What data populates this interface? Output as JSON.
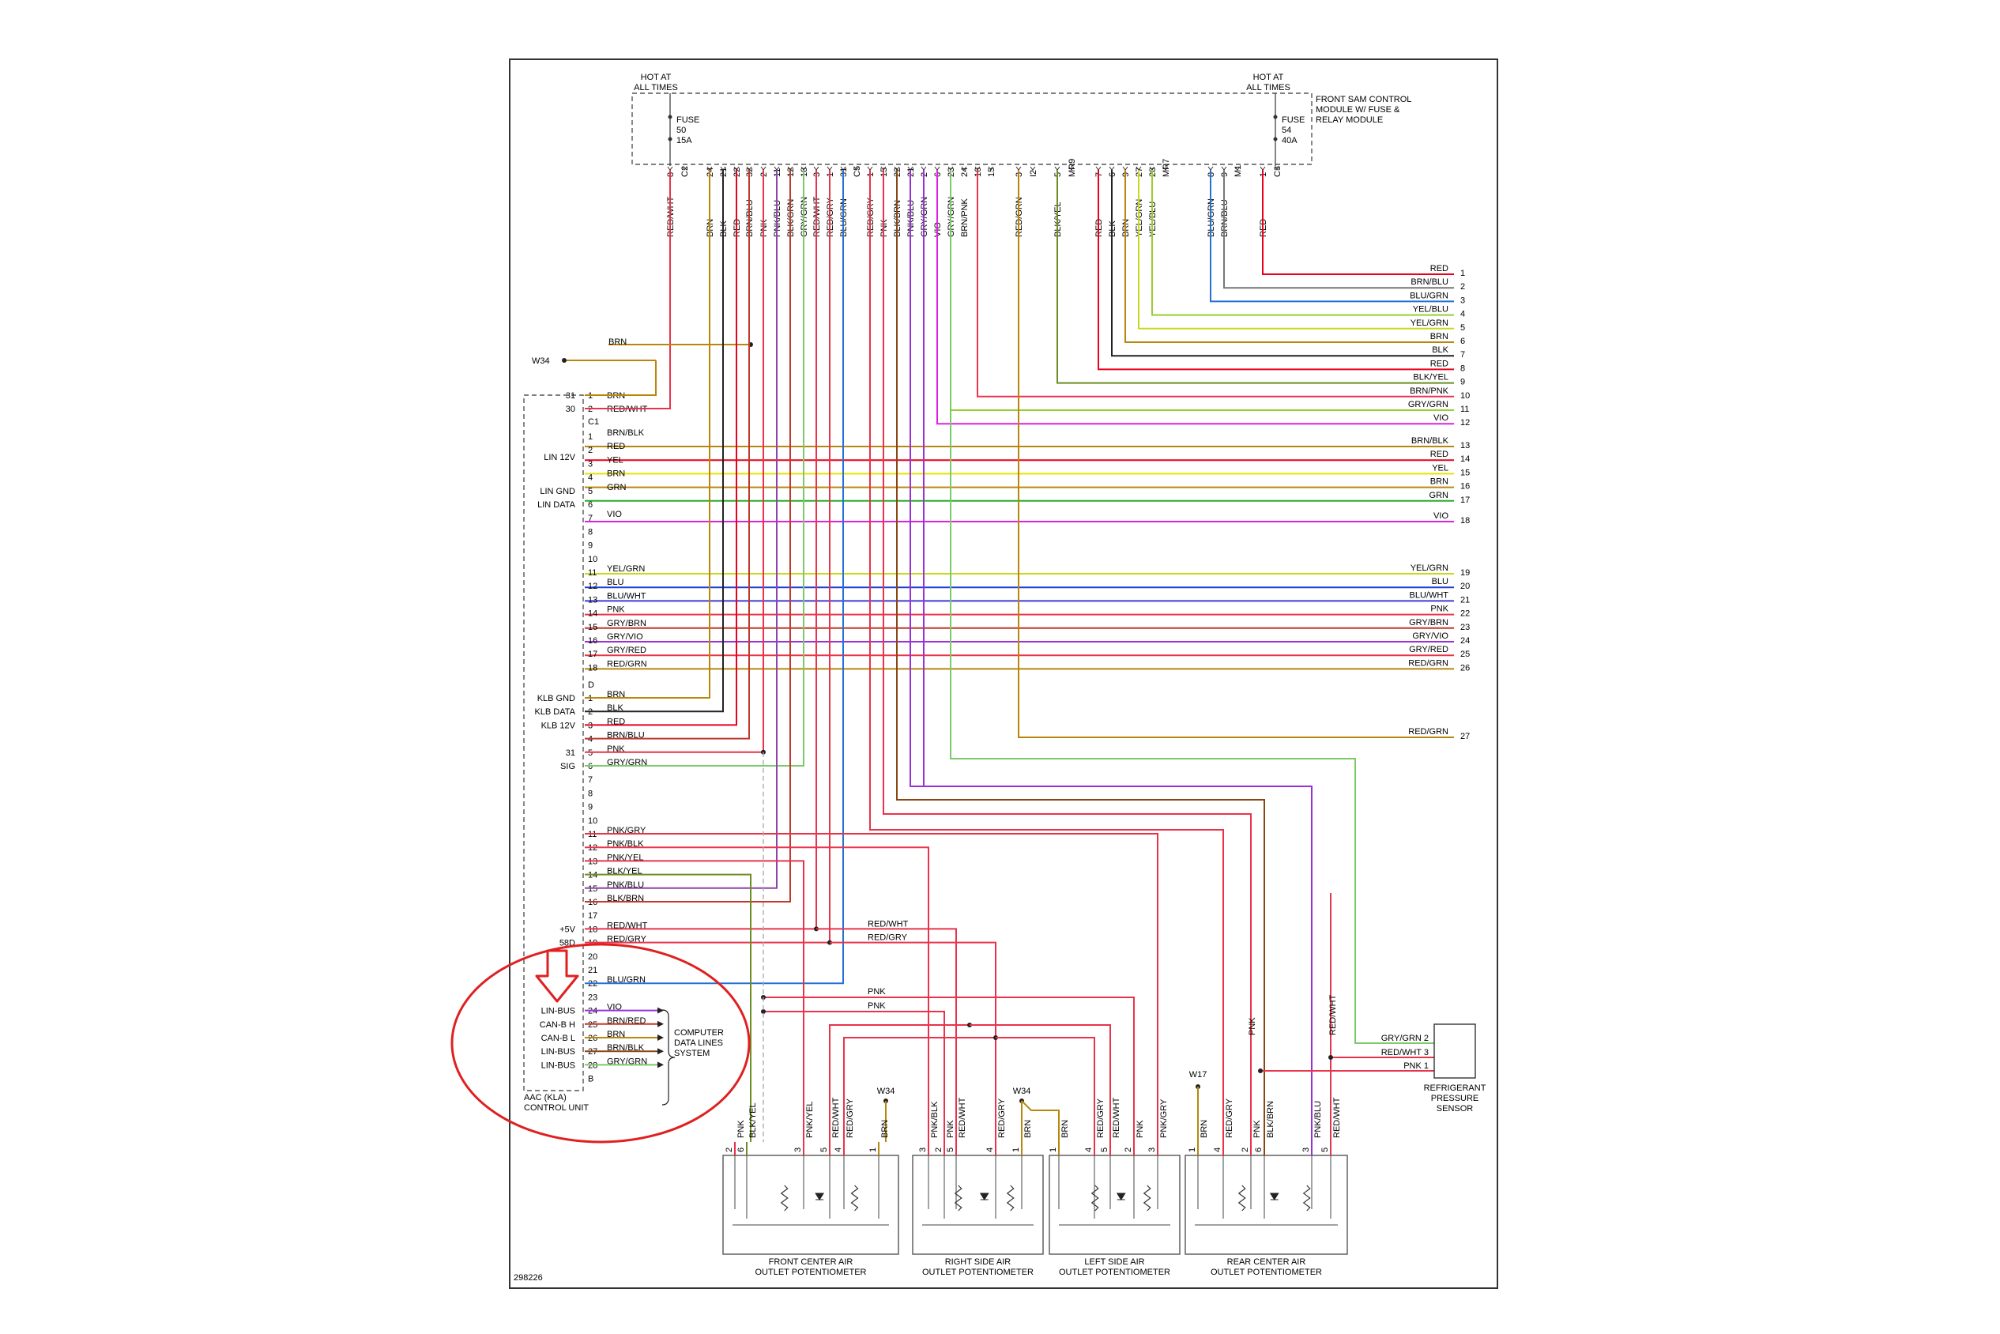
{
  "diagram_id": "298226",
  "fuse_module": {
    "label_lines": [
      "FRONT SAM CONTROL",
      "MODULE W/ FUSE &",
      "RELAY MODULE"
    ],
    "fuse_a": {
      "hot": [
        "HOT AT",
        "ALL TIMES"
      ],
      "label": [
        "FUSE",
        "50",
        "15A"
      ]
    },
    "fuse_b": {
      "hot": [
        "HOT AT",
        "ALL TIMES"
      ],
      "label": [
        "FUSE",
        "54",
        "40A"
      ]
    }
  },
  "top_pins": [
    {
      "pin": "8",
      "wire": "RED/WHT",
      "color": "#e8334a"
    },
    {
      "pin": "C2",
      "wire": "",
      "color": ""
    },
    {
      "pin": "24",
      "wire": "BRN",
      "color": "#b8860b"
    },
    {
      "pin": "21",
      "wire": "BLK",
      "color": "#222222"
    },
    {
      "pin": "22",
      "wire": "RED",
      "color": "#e8001c"
    },
    {
      "pin": "32",
      "wire": "BRN/BLU",
      "color": "#c0392b"
    },
    {
      "pin": "2",
      "wire": "PNK",
      "color": "#e8334a"
    },
    {
      "pin": "11",
      "wire": "PNK/BLU",
      "color": "#8e44ad"
    },
    {
      "pin": "12",
      "wire": "BLK/GRN",
      "color": "#e8334a"
    },
    {
      "pin": "18",
      "wire": "GRY/GRN",
      "color": "#7cc96a"
    },
    {
      "pin": "3",
      "wire": "RED/WHT",
      "color": "#e8334a"
    },
    {
      "pin": "1",
      "wire": "RED/GRY",
      "color": "#e8334a"
    },
    {
      "pin": "31",
      "wire": "BLU/GRN",
      "color": "#2471d6"
    },
    {
      "pin": "C5",
      "wire": "",
      "color": ""
    },
    {
      "pin": "1",
      "wire": "RED/GRY",
      "color": "#e8334a"
    },
    {
      "pin": "15",
      "wire": "PNK",
      "color": "#e8334a"
    },
    {
      "pin": "22",
      "wire": "BLK/BRN",
      "color": "#c0392b"
    },
    {
      "pin": "21",
      "wire": "PNK/BLU",
      "color": "#9b30d9"
    },
    {
      "pin": "2",
      "wire": "GRY/GRN",
      "color": "#6b8e23"
    },
    {
      "pin": "6",
      "wire": "VIO",
      "color": "#7cc96a"
    },
    {
      "pin": "23",
      "wire": "GRY/GRN",
      "color": "#e020e0"
    },
    {
      "pin": "24",
      "wire": "BRN/PNK",
      "color": "#9acd32"
    },
    {
      "pin": "16",
      "wire": "",
      "color": "#e8334a"
    },
    {
      "pin": "15",
      "wire": "",
      "color": ""
    },
    {
      "pin": "3",
      "wire": "RED/GRN",
      "color": "#b8860b"
    },
    {
      "pin": "I2",
      "wire": "",
      "color": ""
    },
    {
      "pin": "5",
      "wire": "BLK/YEL",
      "color": "#6b8e23"
    },
    {
      "pin": "MR9",
      "wire": "",
      "color": ""
    },
    {
      "pin": "7",
      "wire": "RED",
      "color": "#e8001c"
    },
    {
      "pin": "6",
      "wire": "BLK",
      "color": "#222222"
    },
    {
      "pin": "9",
      "wire": "BRN",
      "color": "#b8860b"
    },
    {
      "pin": "27",
      "wire": "YEL/GRN",
      "color": "#c8d81c"
    },
    {
      "pin": "28",
      "wire": "YEL/BLU",
      "color": "#9acd32"
    },
    {
      "pin": "MR7",
      "wire": "",
      "color": ""
    },
    {
      "pin": "8",
      "wire": "BLU/GRN",
      "color": "#2471d6"
    },
    {
      "pin": "9",
      "wire": "BRN/BLU",
      "color": "#777777"
    },
    {
      "pin": "M1",
      "wire": "",
      "color": ""
    },
    {
      "pin": "1",
      "wire": "RED",
      "color": "#e8001c"
    },
    {
      "pin": "C3",
      "wire": "",
      "color": ""
    }
  ],
  "right_connector": [
    {
      "num": "1",
      "label": "RED",
      "color": "#e8001c"
    },
    {
      "num": "2",
      "label": "BRN/BLU",
      "color": "#777777"
    },
    {
      "num": "3",
      "label": "BLU/GRN",
      "color": "#2471d6"
    },
    {
      "num": "4",
      "label": "YEL/BLU",
      "color": "#9acd32"
    },
    {
      "num": "5",
      "label": "YEL/GRN",
      "color": "#c8d81c"
    },
    {
      "num": "6",
      "label": "BRN",
      "color": "#b8860b"
    },
    {
      "num": "7",
      "label": "BLK",
      "color": "#222222"
    },
    {
      "num": "8",
      "label": "RED",
      "color": "#e8001c"
    },
    {
      "num": "9",
      "label": "BLK/YEL",
      "color": "#6b8e23"
    },
    {
      "num": "10",
      "label": "BRN/PNK",
      "color": "#e8334a"
    },
    {
      "num": "11",
      "label": "GRY/GRN",
      "color": "#9acd32"
    },
    {
      "num": "12",
      "label": "VIO",
      "color": "#e020e0"
    },
    {
      "num": "13",
      "label": "BRN/BLK",
      "color": "#b8860b"
    },
    {
      "num": "14",
      "label": "RED",
      "color": "#e8001c"
    },
    {
      "num": "15",
      "label": "YEL",
      "color": "#e8e000"
    },
    {
      "num": "16",
      "label": "BRN",
      "color": "#b8860b"
    },
    {
      "num": "17",
      "label": "GRN",
      "color": "#27ae27"
    },
    {
      "num": "18",
      "label": "VIO",
      "color": "#e020e0"
    },
    {
      "num": "19",
      "label": "YEL/GRN",
      "color": "#c8d81c"
    },
    {
      "num": "20",
      "label": "BLU",
      "color": "#1f3fd0"
    },
    {
      "num": "21",
      "label": "BLU/WHT",
      "color": "#3a3ad8"
    },
    {
      "num": "22",
      "label": "PNK",
      "color": "#e8334a"
    },
    {
      "num": "23",
      "label": "GRY/BRN",
      "color": "#c0392b"
    },
    {
      "num": "24",
      "label": "GRY/VIO",
      "color": "#9b30d9"
    },
    {
      "num": "25",
      "label": "GRY/RED",
      "color": "#e8334a"
    },
    {
      "num": "26",
      "label": "RED/GRN",
      "color": "#b8860b"
    },
    {
      "num": "27",
      "label": "RED/GRN",
      "color": "#b8860b"
    }
  ],
  "control_unit": {
    "title_lines": [
      "AAC (KLA)",
      "CONTROL UNIT"
    ],
    "c1_header": "C1",
    "d_header": "D",
    "b_header": "B",
    "power": [
      {
        "side": "31",
        "pin": "1",
        "wire": "BRN"
      },
      {
        "side": "30",
        "pin": "2",
        "wire": "RED/WHT"
      }
    ],
    "side_labels": [
      {
        "label": "LIN 12V",
        "row": "3"
      },
      {
        "label": "LIN GND",
        "row": "5"
      },
      {
        "label": "LIN DATA",
        "row": "6"
      },
      {
        "label": "KLB GND",
        "row": "D1"
      },
      {
        "label": "KLB DATA",
        "row": "D2"
      },
      {
        "label": "KLB 12V",
        "row": "D3"
      },
      {
        "label": "31",
        "row": "D5"
      },
      {
        "label": "SIG",
        "row": "D6"
      },
      {
        "label": "+5V",
        "row": "18"
      },
      {
        "label": "58D",
        "row": "19"
      },
      {
        "label": "LIN-BUS",
        "row": "24"
      },
      {
        "label": "CAN-B H",
        "row": "25"
      },
      {
        "label": "CAN-B L",
        "row": "26"
      },
      {
        "label": "LIN-BUS",
        "row": "27"
      },
      {
        "label": "LIN-BUS",
        "row": "28"
      }
    ],
    "c1_pins": [
      {
        "pin": "1",
        "wire": "BRN/BLK"
      },
      {
        "pin": "2",
        "wire": "RED"
      },
      {
        "pin": "3",
        "wire": "YEL"
      },
      {
        "pin": "4",
        "wire": "BRN"
      },
      {
        "pin": "5",
        "wire": "GRN"
      },
      {
        "pin": "6",
        "wire": ""
      },
      {
        "pin": "7",
        "wire": "VIO"
      },
      {
        "pin": "8",
        "wire": ""
      },
      {
        "pin": "9",
        "wire": ""
      },
      {
        "pin": "10",
        "wire": ""
      },
      {
        "pin": "11",
        "wire": "YEL/GRN"
      },
      {
        "pin": "12",
        "wire": "BLU"
      },
      {
        "pin": "13",
        "wire": "BLU/WHT"
      },
      {
        "pin": "14",
        "wire": "PNK"
      },
      {
        "pin": "15",
        "wire": "GRY/BRN"
      },
      {
        "pin": "16",
        "wire": "GRY/VIO"
      },
      {
        "pin": "17",
        "wire": "GRY/RED"
      },
      {
        "pin": "18",
        "wire": "RED/GRN"
      }
    ],
    "d_pins": [
      {
        "pin": "1",
        "wire": "BRN"
      },
      {
        "pin": "2",
        "wire": "BLK"
      },
      {
        "pin": "3",
        "wire": "RED"
      },
      {
        "pin": "4",
        "wire": "BRN/BLU"
      },
      {
        "pin": "5",
        "wire": "PNK"
      },
      {
        "pin": "6",
        "wire": "GRY/GRN"
      },
      {
        "pin": "7",
        "wire": ""
      },
      {
        "pin": "8",
        "wire": ""
      },
      {
        "pin": "9",
        "wire": ""
      },
      {
        "pin": "10",
        "wire": ""
      },
      {
        "pin": "11",
        "wire": "PNK/GRY"
      },
      {
        "pin": "12",
        "wire": "PNK/BLK"
      },
      {
        "pin": "13",
        "wire": "PNK/YEL"
      },
      {
        "pin": "14",
        "wire": "BLK/YEL"
      },
      {
        "pin": "15",
        "wire": "PNK/BLU"
      },
      {
        "pin": "16",
        "wire": "BLK/BRN"
      },
      {
        "pin": "17",
        "wire": ""
      },
      {
        "pin": "18",
        "wire": "RED/WHT"
      },
      {
        "pin": "19",
        "wire": "RED/GRY"
      },
      {
        "pin": "20",
        "wire": ""
      },
      {
        "pin": "21",
        "wire": ""
      },
      {
        "pin": "22",
        "wire": "BLU/GRN"
      },
      {
        "pin": "23",
        "wire": ""
      },
      {
        "pin": "24",
        "wire": "VIO"
      },
      {
        "pin": "25",
        "wire": "BRN/RED"
      },
      {
        "pin": "26",
        "wire": "BRN"
      },
      {
        "pin": "27",
        "wire": "BRN/BLK"
      },
      {
        "pin": "28",
        "wire": "GRY/GRN"
      }
    ]
  },
  "data_lines": {
    "lines": [
      "COMPUTER",
      "DATA LINES",
      "SYSTEM"
    ]
  },
  "splices": {
    "w34_left": "W34",
    "w34_brn": "BRN",
    "w34_mid": "W34",
    "w34_right": "W34",
    "w17": "W17"
  },
  "mid_labels": {
    "red_wht": "RED/WHT",
    "red_gry": "RED/GRY",
    "pnk_a": "PNK",
    "pnk_b": "PNK"
  },
  "sensor": {
    "title_lines": [
      "REFRIGERANT",
      "PRESSURE",
      "SENSOR"
    ],
    "pins": [
      {
        "wire": "GRY/GRN",
        "pin": "2"
      },
      {
        "wire": "RED/WHT",
        "pin": "3"
      },
      {
        "wire": "PNK",
        "pin": "1"
      }
    ]
  },
  "potentiometers": [
    {
      "title": [
        "FRONT CENTER AIR",
        "OUTLET POTENTIOMETER"
      ],
      "pins": [
        {
          "pin": "2",
          "wire": "PNK"
        },
        {
          "pin": "6",
          "wire": "BLK/YEL"
        },
        {
          "pin": "3",
          "wire": "PNK/YEL"
        },
        {
          "pin": "5",
          "wire": "RED/WHT"
        },
        {
          "pin": "4",
          "wire": "RED/GRY"
        },
        {
          "pin": "1",
          "wire": "BRN"
        }
      ]
    },
    {
      "title": [
        "RIGHT SIDE AIR",
        "OUTLET POTENTIOMETER"
      ],
      "pins": [
        {
          "pin": "3",
          "wire": "PNK/BLK"
        },
        {
          "pin": "2",
          "wire": "PNK"
        },
        {
          "pin": "5",
          "wire": "RED/WHT"
        },
        {
          "pin": "4",
          "wire": "RED/GRY"
        },
        {
          "pin": "1",
          "wire": "BRN"
        }
      ]
    },
    {
      "title": [
        "LEFT SIDE AIR",
        "OUTLET POTENTIOMETER"
      ],
      "pins": [
        {
          "pin": "1",
          "wire": "BRN"
        },
        {
          "pin": "4",
          "wire": "RED/GRY"
        },
        {
          "pin": "5",
          "wire": "RED/WHT"
        },
        {
          "pin": "2",
          "wire": "PNK"
        },
        {
          "pin": "3",
          "wire": "PNK/GRY"
        }
      ]
    },
    {
      "title": [
        "REAR CENTER AIR",
        "OUTLET POTENTIOMETER"
      ],
      "pins": [
        {
          "pin": "1",
          "wire": "BRN"
        },
        {
          "pin": "4",
          "wire": "RED/GRY"
        },
        {
          "pin": "2",
          "wire": "PNK"
        },
        {
          "pin": "6",
          "wire": "BLK/BRN"
        },
        {
          "pin": "3",
          "wire": "PNK/BLU"
        },
        {
          "pin": "5",
          "wire": "RED/WHT"
        }
      ]
    }
  ],
  "vertical_labels": {
    "pnk": "PNK",
    "red_wht": "RED/WHT"
  },
  "colors": {
    "annotation": "#e02020",
    "frame": "#333333"
  }
}
